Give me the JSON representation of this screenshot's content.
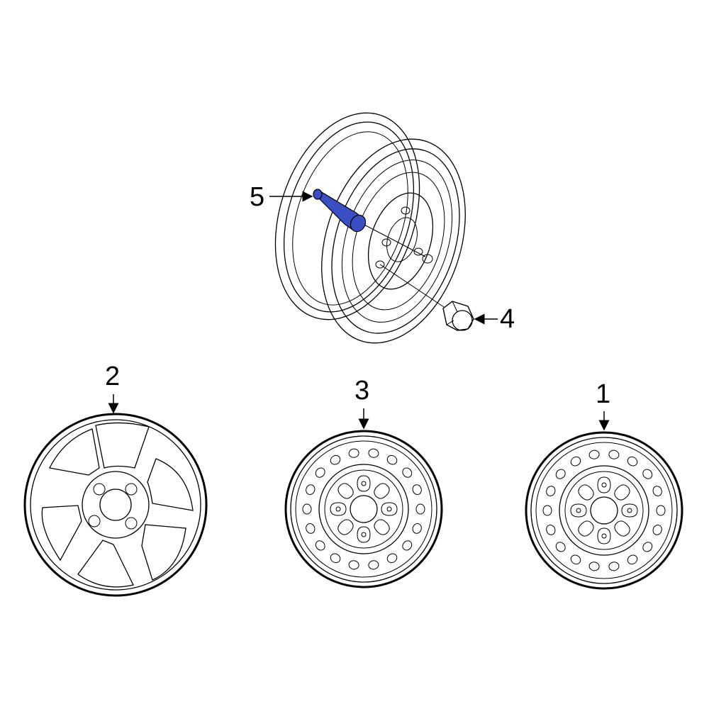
{
  "callouts": {
    "c1": "1",
    "c2": "2",
    "c3": "3",
    "c4": "4",
    "c5": "5"
  },
  "colors": {
    "highlight": "#3b4fc4",
    "line": "#000000",
    "background": "#ffffff"
  },
  "parts": [
    {
      "number": "1",
      "icon": "steel-wheel-icon"
    },
    {
      "number": "2",
      "icon": "alloy-wheel-icon"
    },
    {
      "number": "3",
      "icon": "steel-wheel-icon"
    },
    {
      "number": "4",
      "icon": "lug-nut-icon"
    },
    {
      "number": "5",
      "icon": "valve-stem-icon"
    }
  ]
}
